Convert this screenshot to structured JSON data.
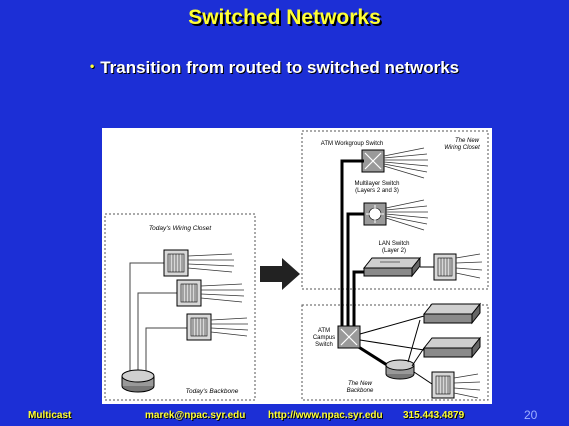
{
  "slide": {
    "title": "Switched Networks",
    "bullet": "Transition from routed to switched networks"
  },
  "figure": {
    "left_panel": {
      "heading": "Today's Wiring Closet",
      "footer": "Today's Backbone"
    },
    "right_panel": {
      "top_heading": "The New Wiring Closet",
      "atm_workgroup_switch": "ATM Workgroup Switch",
      "multilayer_switch_line1": "Multilayer Switch",
      "multilayer_switch_line2": "(Layers 2 and 3)",
      "lan_switch_line1": "LAN Switch",
      "lan_switch_line2": "(Layer 2)",
      "atm_campus_line1": "ATM",
      "atm_campus_line2": "Campus",
      "atm_campus_line3": "Switch",
      "bottom_heading_line1": "The New",
      "bottom_heading_line2": "Backbone"
    }
  },
  "footer": {
    "left": "Multicast",
    "email": "marek@npac.syr.edu",
    "url": "http://www.npac.syr.edu",
    "phone": "315.443.4879",
    "page": "20"
  },
  "colors": {
    "background": "#1c2fd6",
    "title": "#ffff33",
    "footer_text": "#ffff33"
  }
}
